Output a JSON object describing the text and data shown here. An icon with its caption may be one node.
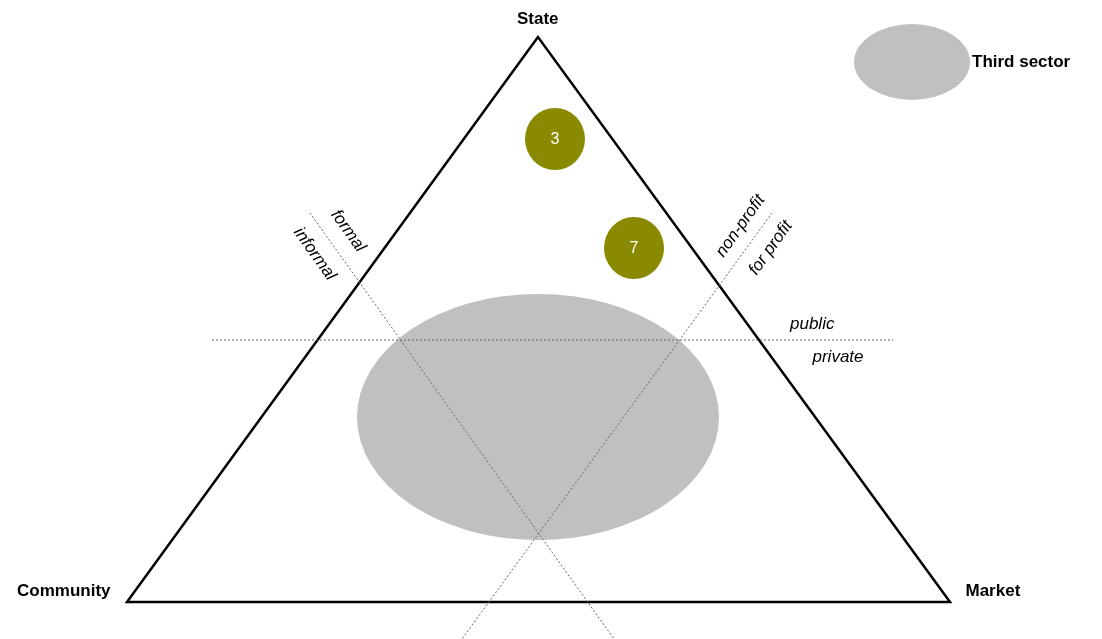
{
  "diagram": {
    "nodes": [
      {
        "text": [
          "3"
        ]
      },
      {
        "text": [
          "7"
        ]
      },
      {
        "text": [],
        "shape": "ellipse"
      }
    ],
    "edges": [],
    "labels": [
      "State",
      "formal",
      "informal",
      "non-profit",
      "for profit",
      "public",
      "private",
      "Community",
      "Market"
    ],
    "legend": [
      {
        "text": "Third sector",
        "color": "#bfc1c1"
      }
    ]
  }
}
